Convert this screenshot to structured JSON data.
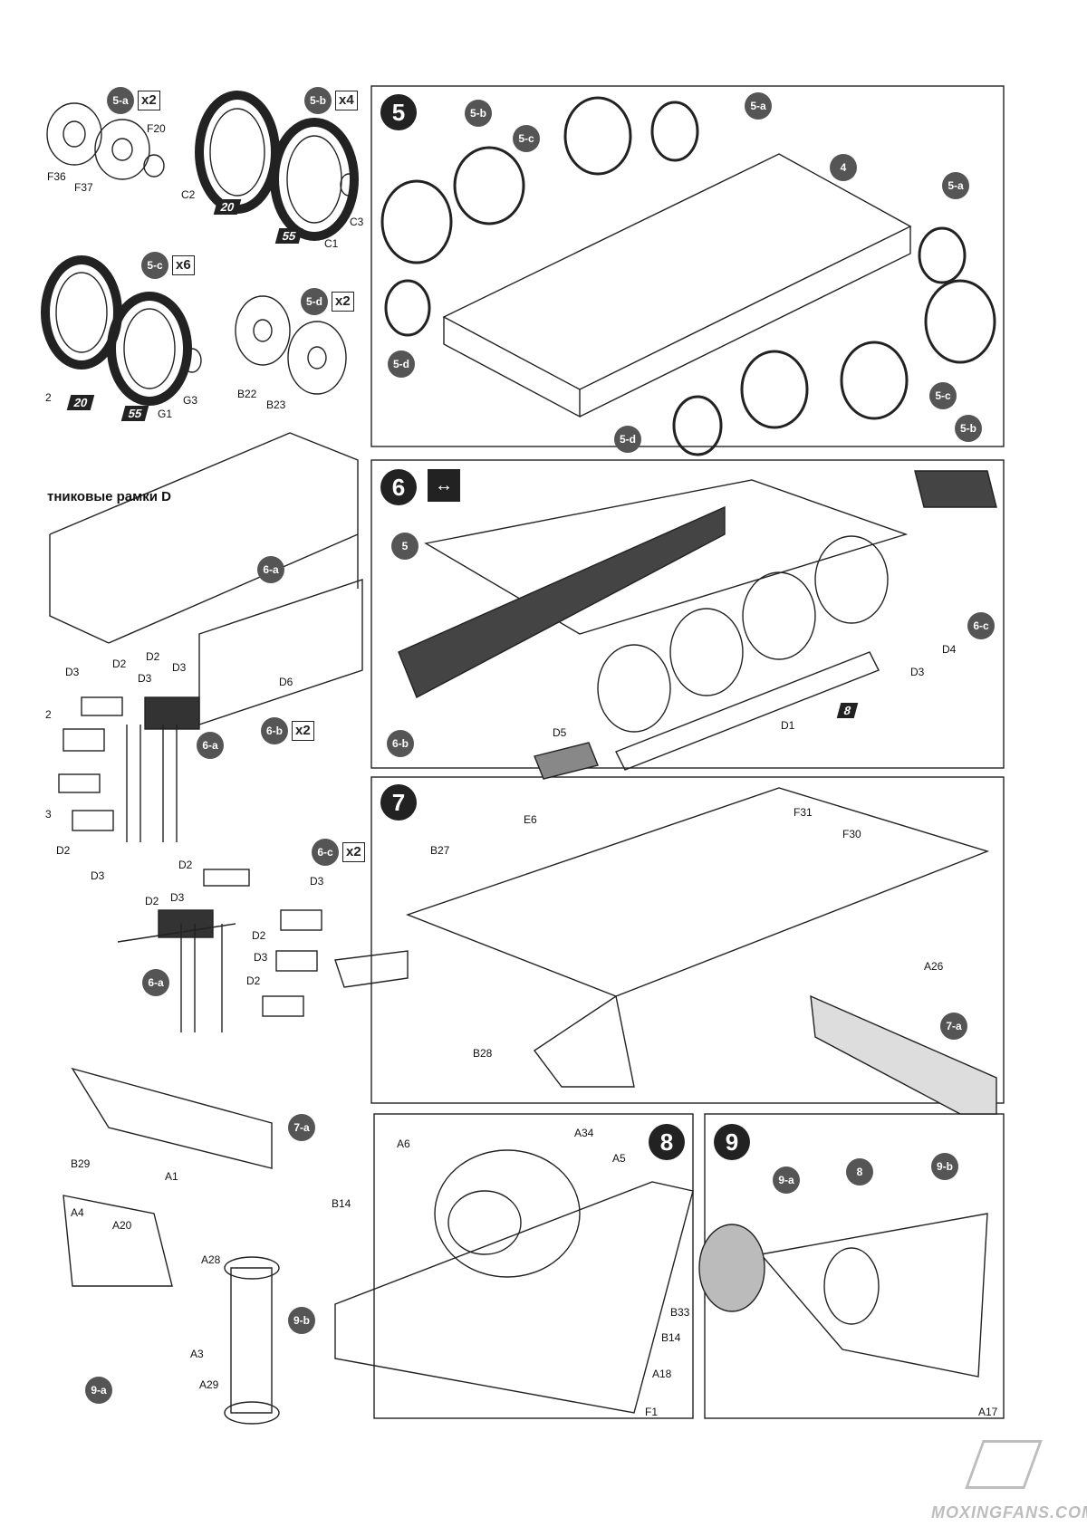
{
  "steps": {
    "s5": "5",
    "s6": "6",
    "s7": "7",
    "s8": "8",
    "s9": "9"
  },
  "subassemblies": {
    "a5": "5-a",
    "b5": "5-b",
    "c5": "5-c",
    "d5": "5-d",
    "a6": "6-a",
    "b6": "6-b",
    "c6": "6-c",
    "a7": "7-a",
    "a9": "9-a",
    "b9": "9-b",
    "s4": "4",
    "s5": "5",
    "s8": "8"
  },
  "quantities": {
    "x2": "x2",
    "x4": "x4",
    "x6": "x6"
  },
  "paint_refs": {
    "p20": "20",
    "p55": "55",
    "p8": "8"
  },
  "part_numbers": {
    "F20": "F20",
    "F36": "F36",
    "F37": "F37",
    "C1": "C1",
    "C2": "C2",
    "C3": "C3",
    "G1": "G1",
    "G3": "G3",
    "B22": "B22",
    "B23": "B23",
    "D1": "D1",
    "D2": "D2",
    "D3": "D3",
    "D4": "D4",
    "D5": "D5",
    "D6": "D6",
    "A1": "A1",
    "A3": "A3",
    "A4": "A4",
    "A5": "A5",
    "A6": "A6",
    "A17": "A17",
    "A18": "A18",
    "A20": "A20",
    "A26": "A26",
    "A28": "A28",
    "A29": "A29",
    "A34": "A34",
    "B14": "B14",
    "B27": "B27",
    "B28": "B28",
    "B29": "B29",
    "B33": "B33",
    "E6": "E6",
    "F1": "F1",
    "F30": "F30",
    "F31": "F31"
  },
  "sprue_caption": "тниковые рамки D",
  "watermark": "MOXINGFANS.COM",
  "left_fragment": "2",
  "left_fragment_3": "3"
}
